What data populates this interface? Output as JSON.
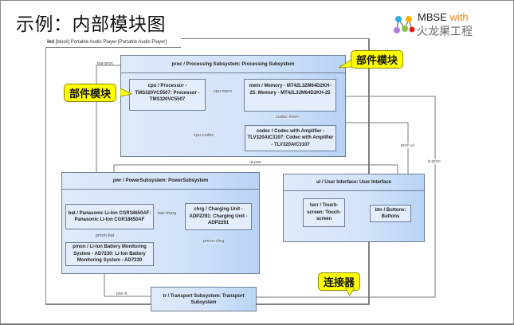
{
  "slide": {
    "title": "示例：内部模块图",
    "logo": {
      "line1_main": "MBSE",
      "line1_accent": "with",
      "line2": "火龙果工程",
      "colors": [
        "#2ab0e8",
        "#f7b500",
        "#b07ce0",
        "#8bc34a",
        "#e01e1e"
      ]
    }
  },
  "diagram": {
    "frame_kind": "ibd",
    "frame_label": "[block] Portable Audio Player [Portable Audio Player]",
    "blocks": {
      "proc": {
        "title": "proc / Processing Subsystem: Processing Subsystem"
      },
      "pwr": {
        "title": "pwr / PowerSubsystem: PowerSubsystem"
      },
      "ui": {
        "title": "ui / User Interface: User Interface"
      },
      "tr": {
        "title": "tr / Transport Subsystem: Transport Subsystem"
      }
    },
    "parts": {
      "cpu": "cpu / Processor - TMS320VC5507: Processor - TMS320VC5507",
      "mem": "mem / Memory - MT42L32M64D2KH-25: Memory - MT42L32M64D2KH-25",
      "codec": "codec / Codec with Amplifier - TLV320AIC3107: Codec with Amplifier - TLV320AIC3107",
      "bat": "bat / Panasonic Li-Ion CGR18650AF: Panasonic Li-Ion CGR18650AF",
      "chrg": "chrg / Charging Unit - ADP2291: Charging Unit - ADP2291",
      "pmon": "pmon / Li-Ion Battery Monitoring System - AD7230: Li-Ion Battery Monitoring System - AD7230",
      "tscr": "tscr / Touch-screen: Touch-screen",
      "btn": "btn / Buttons: Buttons"
    },
    "connectors": {
      "bat_proc": "bat-proc",
      "cpu_mem": "cpu-mem",
      "codec_mem": "codec-mem",
      "cpu_codec": "cpu-codec",
      "proc_ui": "proc-ui",
      "tr_proc": "tr-proc",
      "ui_pwr": "ui-pwr",
      "bat_charg": "bat-charg",
      "pmon_bat": "pmon-bat",
      "pmon_chrg": "pmon-chrg",
      "pwr_tr": "pwr-tr"
    },
    "callouts": {
      "part_block_1": "部件模块",
      "part_block_2": "部件模块",
      "connector": "连接器"
    },
    "colors": {
      "callout_fill": "#ffff00",
      "block_fill": "#d2e3fa",
      "line": "#777777"
    }
  }
}
